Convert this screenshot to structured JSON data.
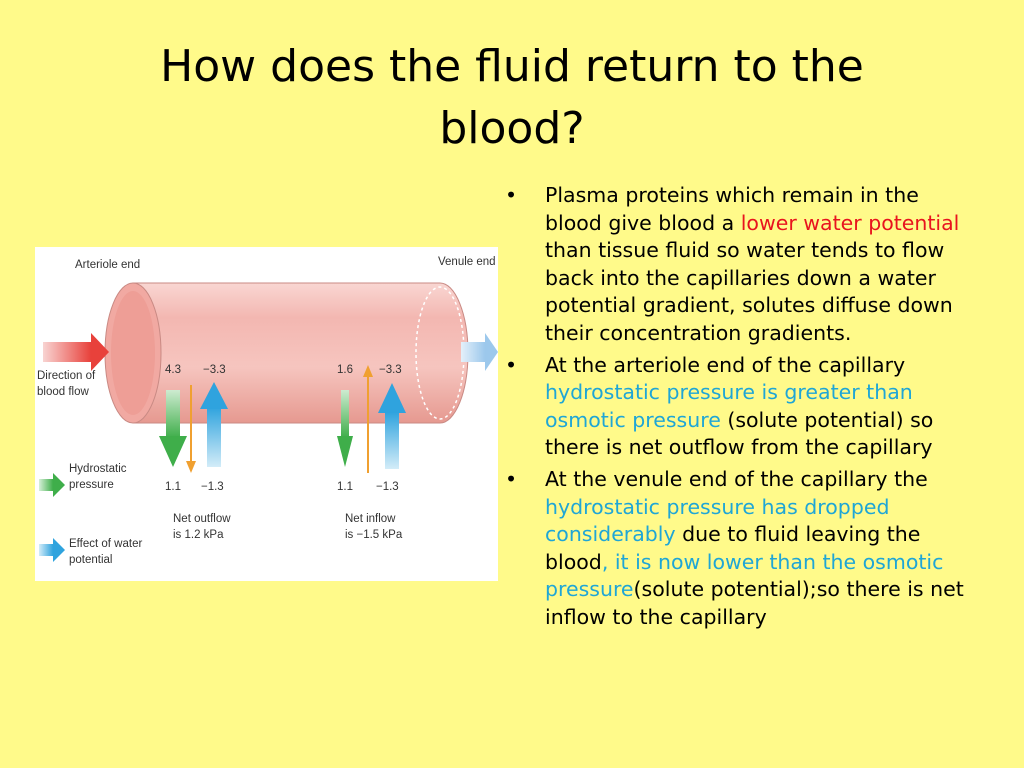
{
  "slide": {
    "title_line1": "How does the fluid return to the",
    "title_line2": "blood?"
  },
  "diagram": {
    "arteriole_end": "Arteriole end",
    "venule_end": "Venule end",
    "direction_line1": "Direction of",
    "direction_line2": "blood flow",
    "hydrostatic_line1": "Hydrostatic",
    "hydrostatic_line2": "pressure",
    "water_line1": "Effect of water",
    "water_line2": "potential",
    "art_top_hydro": "4.3",
    "art_top_water": "−3.3",
    "art_bottom_hydro": "1.1",
    "art_bottom_water": "−1.3",
    "ven_top_hydro": "1.6",
    "ven_top_water": "−3.3",
    "ven_bottom_hydro": "1.1",
    "ven_bottom_water": "−1.3",
    "net_outflow_line1": "Net outflow",
    "net_outflow_line2": "is 1.2 kPa",
    "net_inflow_line1": "Net inflow",
    "net_inflow_line2": "is −1.5 kPa",
    "colors": {
      "tube": "#F6C2BE",
      "hydrostatic_arrow": "#3FAE4A",
      "water_arrow": "#3BAAE0",
      "flow_in_arrow": "#E8413B",
      "flow_out_arrow": "#9CC8EC",
      "net_arrow": "#F0A030"
    }
  },
  "bullets": [
    {
      "p1": "Plasma proteins which remain in the blood give blood a ",
      "p2": "lower water potential",
      "p3": " than tissue fluid so water tends to flow back into the capillaries down a water potential gradient, solutes diffuse down their concentration gradients."
    },
    {
      "p1": "At the arteriole end of the capillary ",
      "p2": "hydrostatic pressure is greater than osmotic pressure",
      "p3": " (solute potential) so there is net outflow from the capillary"
    },
    {
      "p1": "At the venule end of the capillary the ",
      "p2": "hydrostatic pressure  has dropped considerably",
      "p3": " due to fluid leaving the blood",
      "p4": ", it is now lower than the osmotic pressure",
      "p5": "(solute potential);so there is net inflow to the capillary"
    }
  ],
  "bullet_symbol": "•"
}
